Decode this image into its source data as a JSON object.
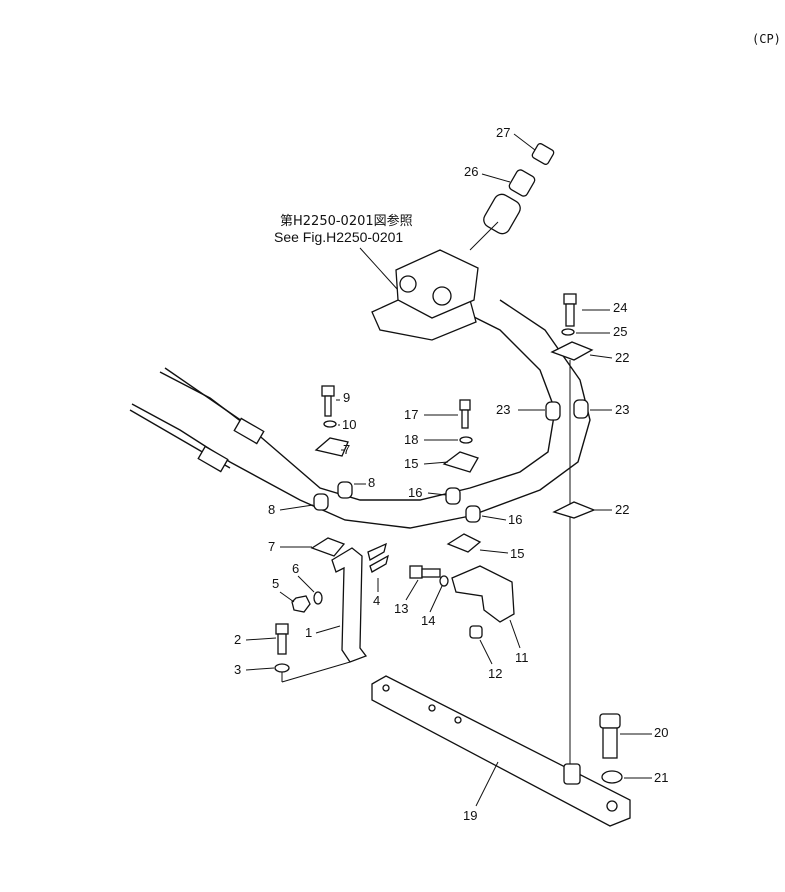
{
  "corner_code": "(CP)",
  "reference": {
    "jp": "第H2250-0201図参照",
    "en": "See Fig.H2250-0201"
  },
  "callouts": [
    {
      "id": "27",
      "part": "fitting"
    },
    {
      "id": "26",
      "part": "switch"
    },
    {
      "id": "24",
      "part": "bolt"
    },
    {
      "id": "25",
      "part": "washer"
    },
    {
      "id": "22",
      "part": "clamp"
    },
    {
      "id": "23",
      "part": "grommet"
    },
    {
      "id": "9",
      "part": "bolt"
    },
    {
      "id": "10",
      "part": "washer"
    },
    {
      "id": "7",
      "part": "clamp"
    },
    {
      "id": "8",
      "part": "grommet"
    },
    {
      "id": "17",
      "part": "bolt"
    },
    {
      "id": "18",
      "part": "washer"
    },
    {
      "id": "15",
      "part": "clamp"
    },
    {
      "id": "16",
      "part": "grommet"
    },
    {
      "id": "6",
      "part": "washer"
    },
    {
      "id": "5",
      "part": "nut"
    },
    {
      "id": "4",
      "part": "u-bolt"
    },
    {
      "id": "13",
      "part": "bolt"
    },
    {
      "id": "14",
      "part": "washer"
    },
    {
      "id": "2",
      "part": "bolt"
    },
    {
      "id": "1",
      "part": "bracket"
    },
    {
      "id": "3",
      "part": "washer"
    },
    {
      "id": "11",
      "part": "bracket"
    },
    {
      "id": "12",
      "part": "plug"
    },
    {
      "id": "20",
      "part": "bolt"
    },
    {
      "id": "21",
      "part": "washer"
    },
    {
      "id": "19",
      "part": "bar"
    }
  ]
}
